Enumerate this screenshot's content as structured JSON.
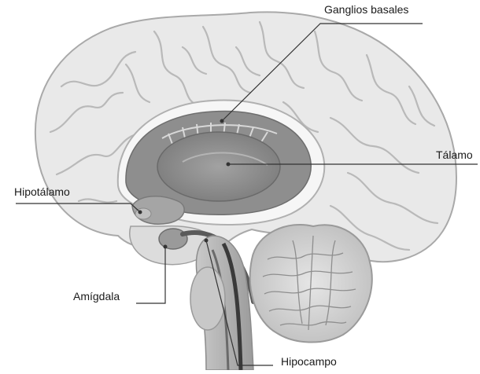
{
  "labels": {
    "ganglios_basales": "Ganglios basales",
    "talamo": "Tálamo",
    "hipotalamo": "Hipotálamo",
    "amigdala": "Amígdala",
    "hipocampo": "Hipocampo"
  },
  "colors": {
    "background": "#ffffff",
    "cortex": "#e9e9e9",
    "cortex_stroke": "#a9a9a9",
    "inner_structures": "#8e8e8e",
    "cerebellum": "#cfcfcf",
    "line": "#333333"
  }
}
